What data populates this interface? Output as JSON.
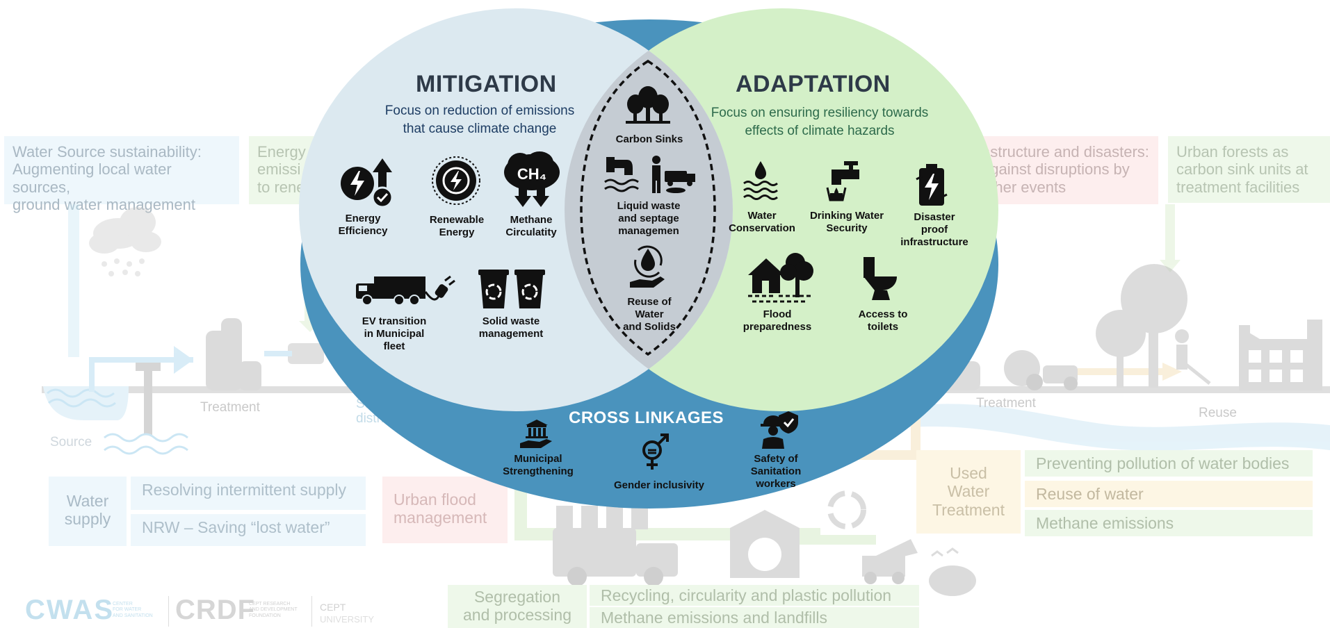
{
  "mitigation": {
    "title": "MITIGATION",
    "subtitle_line1": "Focus on reduction of emissions",
    "subtitle_line2": "that cause climate change",
    "items": [
      {
        "label": "Energy\nEfficiency",
        "icon": "energy-efficiency-icon"
      },
      {
        "label": "Renewable\nEnergy",
        "icon": "renewable-energy-icon"
      },
      {
        "label": "Methane\nCirculatity",
        "icon": "methane-cloud-icon"
      },
      {
        "label": "EV transition\nin Municipal\nfleet",
        "icon": "ev-truck-icon"
      },
      {
        "label": "Solid waste\nmanagement",
        "icon": "recycle-bins-icon"
      }
    ],
    "methane_symbol": "CH₄"
  },
  "adaptation": {
    "title": "ADAPTATION",
    "subtitle_line1": "Focus on ensuring resiliency towards",
    "subtitle_line2": "effects of climate hazards",
    "items": [
      {
        "label": "Water\nConservation",
        "icon": "water-drop-icon"
      },
      {
        "label": "Drinking Water\nSecurity",
        "icon": "tap-icon"
      },
      {
        "label": "Disaster\nproof\ninfrastructure",
        "icon": "battery-infrastructure-icon"
      },
      {
        "label": "Flood\npreparedness",
        "icon": "flooded-house-icon"
      },
      {
        "label": "Access to\ntoilets",
        "icon": "toilet-icon"
      }
    ]
  },
  "overlap": {
    "items": [
      {
        "label": "Carbon Sinks",
        "icon": "trees-icon"
      },
      {
        "label": "Liquid waste\nand septage\nmanagemen",
        "icon": "sewage-worker-icon"
      },
      {
        "label": "Reuse of\nWater\nand Solids",
        "icon": "reuse-hand-icon"
      }
    ]
  },
  "cross_linkages": {
    "title": "CROSS LINKAGES",
    "items": [
      {
        "label": "Municipal\nStrengthening",
        "icon": "municipal-hand-icon"
      },
      {
        "label": "Gender inclusivity",
        "icon": "gender-icon"
      },
      {
        "label": "Safety of\nSanitation\nworkers",
        "icon": "worker-safety-icon"
      }
    ]
  },
  "background": {
    "water_source_text": "Water Source sustainability:\nAugmenting local water sources,\nground water management",
    "energy_text": "Energy\nemissi\nto rene",
    "infra_text": "astructure and disasters:\nagainst disruptions by\nather events",
    "urban_forest_text": "Urban forests as\ncarbon sink units at\ntreatment facilities",
    "labels": {
      "treatment_left": "Treatment",
      "storage": "Stora\ndistribu",
      "source": "Source",
      "treatment_right": "Treatment",
      "reuse": "Reuse"
    },
    "water_supply": "Water\nsupply",
    "intermittent": "Resolving intermittent supply",
    "nrw": "NRW – Saving “lost water”",
    "urban_flood": "Urban flood\nmanagement",
    "used_water": "Used\nWater\nTreatment",
    "used_water_rows": [
      "Preventing pollution of water bodies",
      "Reuse of water",
      "Methane emissions"
    ],
    "segregation": "Segregation\nand processing",
    "swm_rows": [
      "Recycling, circularity and plastic pollution",
      "Methane emissions and landfills"
    ],
    "logos": {
      "cwas": "CWAS",
      "cwas_small": "CENTER\nFOR WATER\nAND SANITATION",
      "crdf": "CRDF",
      "crdf_small": "CEPT RESEARCH\nAND DEVELOPMENT\nFOUNDATION",
      "cept": "CEPT",
      "cept_small": "UNIVERSITY"
    }
  },
  "colors": {
    "mitigation_fill": "#dce9f0",
    "adaptation_fill": "#d4f0c8",
    "overlap_fill": "#c5ccd3",
    "cross_fill": "#4a93bd",
    "title_color": "#2e3a48"
  }
}
